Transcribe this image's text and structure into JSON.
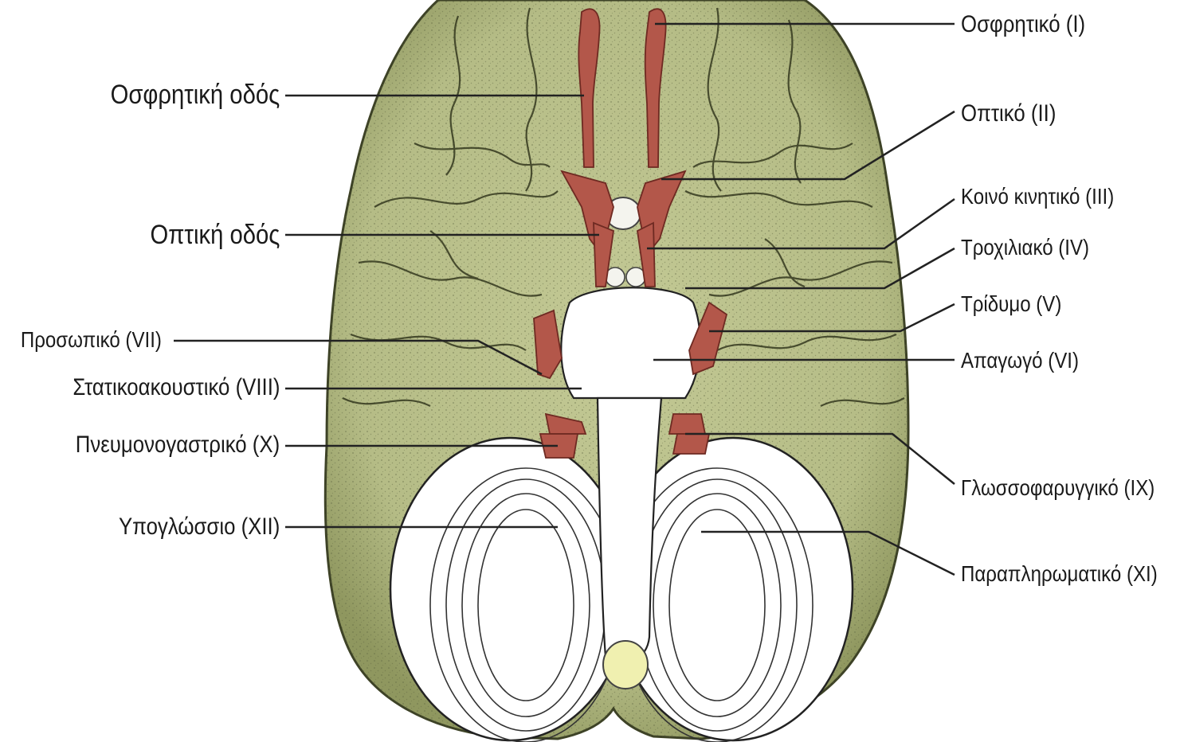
{
  "colors": {
    "brain": "#b9c08a",
    "brain_shadow": "#98a06c",
    "nerve": "#b3574a",
    "nerve_dark": "#7e2f26",
    "white_matter": "#ffffff",
    "ink": "#1a1a1a",
    "leader": "#222222"
  },
  "labels": {
    "olfactory_tract": "Οσφρητική οδός",
    "optic_tract": "Οπτική οδός",
    "facial": "Προσωπικό (VII)",
    "vestibulocochlear": "Στατικοακουστικό (VIII)",
    "vagus": "Πνευμονογαστρικό (X)",
    "hypoglossal": "Υπογλώσσιο (XII)",
    "olfactory": "Οσφρητικό (I)",
    "optic": "Οπτικό (II)",
    "oculomotor": "Κοινό κινητικό (III)",
    "trochlear": "Τροχιλιακό (IV)",
    "trigeminal": "Τρίδυμο (V)",
    "abducens": "Απαγωγό (VI)",
    "glossopharyngeal": "Γλωσσοφαρυγγικό (IX)",
    "accessory": "Παραπληρωματικό (XI)"
  }
}
